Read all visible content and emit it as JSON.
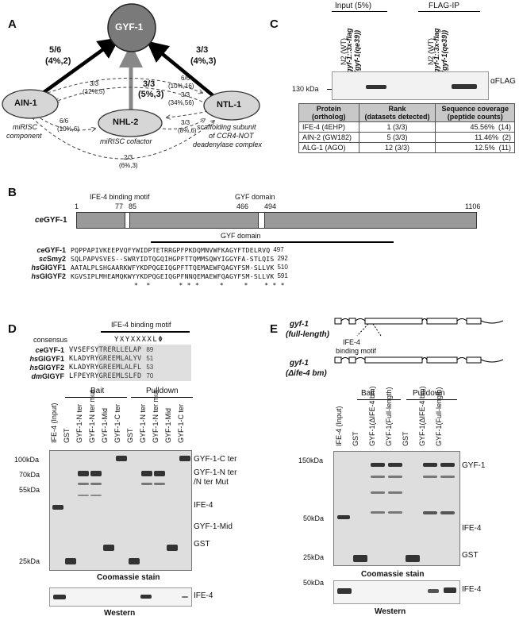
{
  "panelA": {
    "label": "A",
    "gyf1": "GYF-1",
    "ain1": "AIN-1",
    "nhl2": "NHL-2",
    "ntl1": "NTL-1",
    "ain1_desc1": "miRISC",
    "ain1_desc2": "component",
    "nhl2_desc": "miRISC cofactor",
    "ntl1_desc1": "scaffolding subunit",
    "ntl1_desc2": "of CCR4-NOT",
    "ntl1_desc3": "deadenylase complex",
    "e_ain_gyf1": "5/6",
    "e_ain_gyf2": "(4%,2)",
    "e_ntl_gyf1": "3/3",
    "e_ntl_gyf2": "(4%,3)",
    "e_nhl_gyf1": "3/3",
    "e_nhl_gyf2": "(5%,3)",
    "e_ain_ntl1": "3/3",
    "e_ain_ntl2": "(12%,5)",
    "e_ntl_ain1": "6/6",
    "e_ntl_ain2": "(10%,16)",
    "e_ntl_nhl1": "3/3",
    "e_ntl_nhl2": "(34%,56)",
    "e_ain_nhl1": "6/6",
    "e_ain_nhl2": "(10%,6)",
    "e_nhl_ntl1": "3/3",
    "e_nhl_ntl2": "(8%,6)",
    "e_bottom1": "2/3",
    "e_bottom2": "(6%,3)"
  },
  "panelB": {
    "label": "B",
    "motif_label": "IFE-4 binding motif",
    "gyf_label": "GYF domain",
    "pos1": "1",
    "pos77": "77",
    "pos85": "85",
    "pos466": "466",
    "pos494": "494",
    "pos1106": "1106",
    "protein_prefix": "ce",
    "protein_name": "GYF-1",
    "domain_title": "GYF domain",
    "rows": [
      {
        "p": "ce",
        "n": "GYF-1",
        "seq": "PQPPAPIVKEEPVQFYWIDPTETRRGPFPKDQMNVWFKAGYFTDELRVQ",
        "end": "497"
      },
      {
        "p": "sc",
        "n": "Smy2",
        "seq": "SQLPAPVSVES--SWRYIDTQGQIHGPFTTQMMSQWYIGGYFA-STLQIS",
        "end": "292"
      },
      {
        "p": "hs",
        "n": "GIGYF1",
        "seq": "AATALPLSHGAARKWFYKDPQGEIQGPFTTQEMAEWFQAGYFSM-SLLVK",
        "end": "510"
      },
      {
        "p": "hs",
        "n": "GIGYF2",
        "seq": "KGVSIPLMHEAMQKWYYKDPQGEIQGPFNNQEMAEWFQAGYFSM-SLLVK",
        "end": "591"
      }
    ],
    "stars": "*  *       * * *     *     *    * * *"
  },
  "panelC": {
    "label": "C",
    "input_label": "Input (5%)",
    "ip_label": "FLAG-IP",
    "lanes": [
      "N2 (WT)",
      "gyf-1::3x-flag (gyf-1(qe39))",
      "N2 (WT)",
      "gyf-1::3x-flag (gyf-1(qe39))"
    ],
    "marker": "130 kDa",
    "antibody": "αFLAG",
    "table": {
      "headers": [
        [
          "Protein",
          "(ortholog)"
        ],
        [
          "Rank",
          "(datasets detected)"
        ],
        [
          "Sequence coverage",
          "(peptide counts)"
        ]
      ],
      "rows": [
        [
          "IFE-4 (4EHP)",
          "1 (3/3)",
          "45.56%",
          "(14)"
        ],
        [
          "AIN-2 (GW182)",
          "5 (3/3)",
          "11.46%",
          "(2)"
        ],
        [
          "ALG-1 (AGO)",
          "12 (3/3)",
          "12.5%",
          "(11)"
        ]
      ]
    }
  },
  "panelD": {
    "label": "D",
    "motif_title": "IFE-4 binding motif",
    "consensus_label": "consensus",
    "consensus_seq": "YXYXXXXLΦ",
    "rows": [
      {
        "p": "ce",
        "n": "GYF-1",
        "seq": "VVSEFSYTRERLLELAP",
        "end": "89"
      },
      {
        "p": "hs",
        "n": "GIGYF1",
        "seq": "KLADYRYGREEMLALYV",
        "end": "51"
      },
      {
        "p": "hs",
        "n": "GIGYF2",
        "seq": "KLADYRYGREEMLALFL",
        "end": "53"
      },
      {
        "p": "dm",
        "n": "GIGYF",
        "seq": "LFPEYRYGREEMLSLFD",
        "end": "70"
      }
    ],
    "bait": "Bait",
    "pulldown": "Pulldown",
    "lanes": [
      "IFE-4 (Input)",
      "GST",
      "GYF-1-N ter",
      "GYF-1-N ter mut",
      "GYF-1-Mid",
      "GYF-1-C ter",
      "GST",
      "GYF-1-N ter",
      "GYF-1-N ter mut",
      "GYF-1-Mid",
      "GYF-1-C ter"
    ],
    "markers": [
      "100kDa",
      "70kDa",
      "55kDa",
      "25kDa"
    ],
    "right_labels": [
      "GYF-1-C ter",
      "GYF-1-N ter",
      "/N ter Mut",
      "IFE-4",
      "GYF-1-Mid",
      "GST"
    ],
    "coomassie": "Coomassie stain",
    "western_label": "IFE-4",
    "western": "Western"
  },
  "panelE": {
    "label": "E",
    "gene1": "gyf-1",
    "gene1_sub": "(full-length)",
    "motif1": "IFE-4",
    "motif2": "binding motif",
    "gene2": "gyf-1",
    "gene2_sub": "(Δife-4 bm)",
    "bait": "Bait",
    "pulldown": "Pulldown",
    "lanes": [
      "IFE-4 (Input)",
      "GST",
      "GYF-1(ΔIFE-4 bm)",
      "GYF-1(Full-length)",
      "GST",
      "GYF-1(ΔIFE-4 bm)",
      "GYF-1(Full-length)"
    ],
    "markers": [
      "150kDa",
      "50kDa",
      "25kDa"
    ],
    "right_labels": [
      "GYF-1",
      "IFE-4",
      "GST"
    ],
    "coomassie": "Coomassie stain",
    "western_marker": "50kDa",
    "western_label": "IFE-4",
    "western": "Western"
  }
}
